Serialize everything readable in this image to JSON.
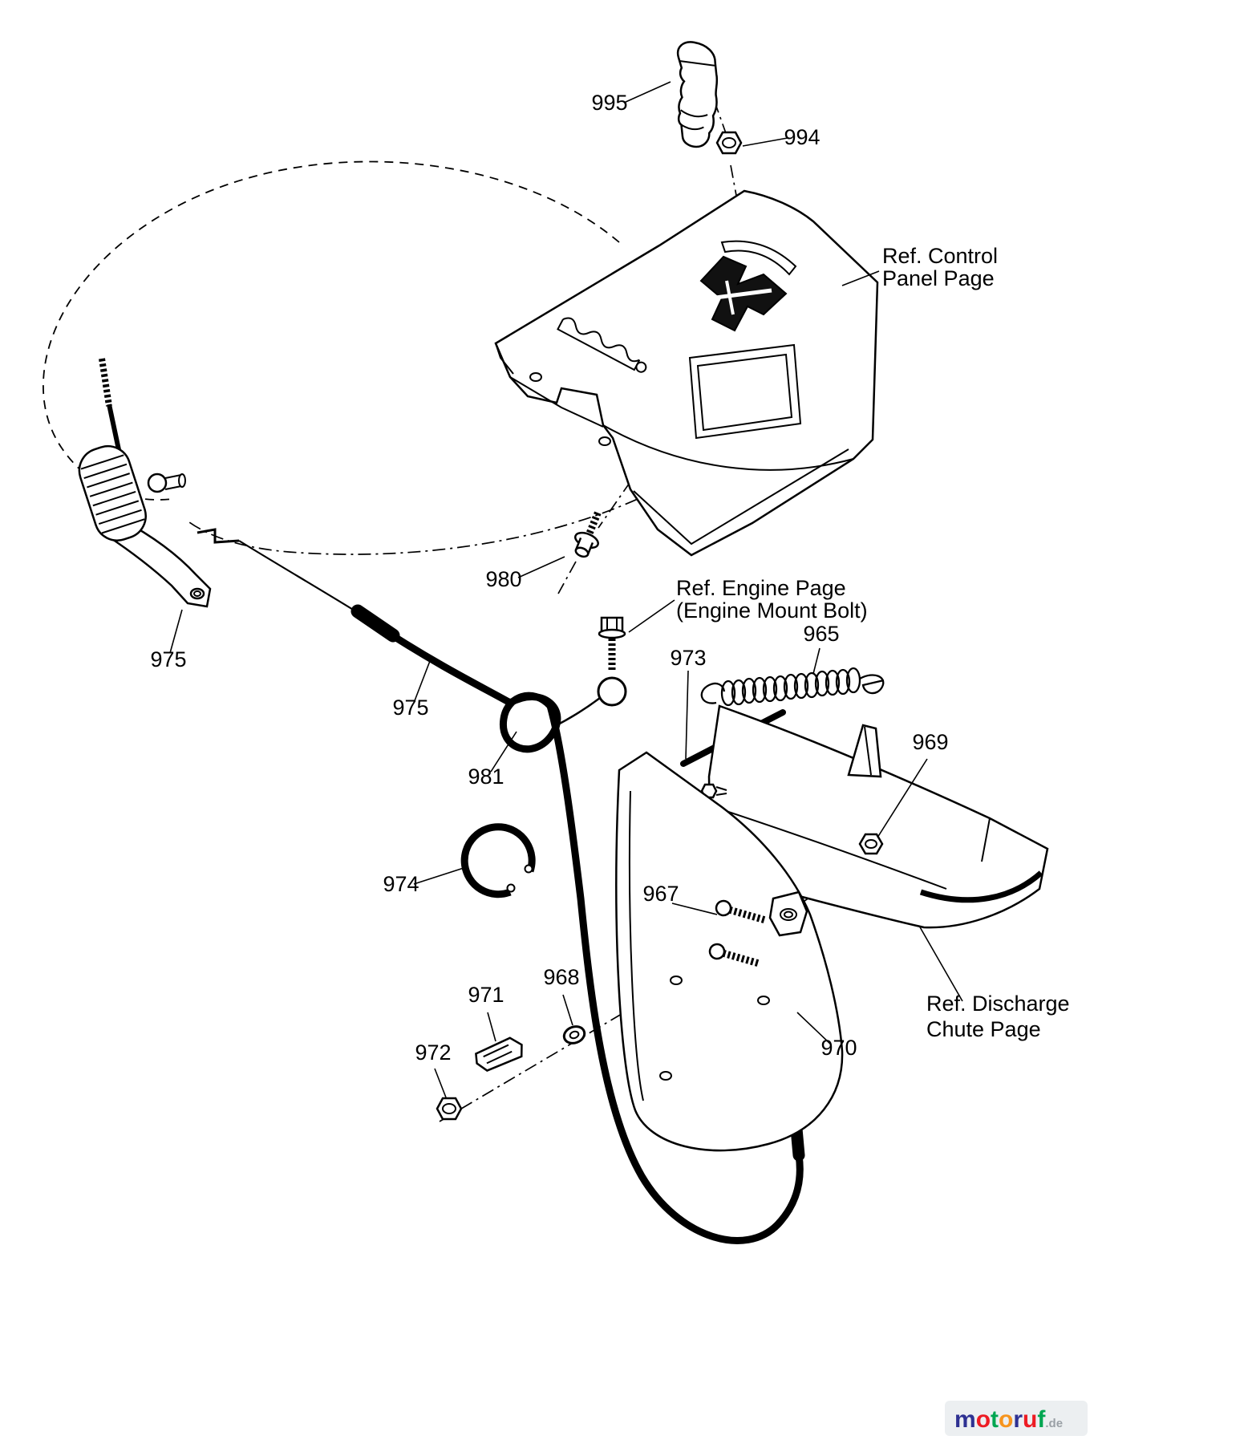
{
  "diagram": {
    "labels": {
      "p995": "995",
      "p994": "994",
      "p980": "980",
      "p975_lever": "975",
      "p975_cable": "975",
      "p981": "981",
      "p974": "974",
      "p973": "973",
      "p965": "965",
      "p969": "969",
      "p967": "967",
      "p968": "968",
      "p971": "971",
      "p972": "972",
      "p970": "970"
    },
    "refs": {
      "control_panel_line1": "Ref. Control",
      "control_panel_line2": "Panel Page",
      "engine_line1": "Ref. Engine Page",
      "engine_line2": "(Engine Mount Bolt)",
      "discharge_line1": "Ref. Discharge",
      "discharge_line2": "Chute Page"
    }
  },
  "watermark": {
    "letters": [
      {
        "ch": "m",
        "color": "#2e3192"
      },
      {
        "ch": "o",
        "color": "#ed1c24"
      },
      {
        "ch": "t",
        "color": "#00a651"
      },
      {
        "ch": "o",
        "color": "#f7941d"
      },
      {
        "ch": "r",
        "color": "#2e3192"
      },
      {
        "ch": "u",
        "color": "#ed1c24"
      },
      {
        "ch": "f",
        "color": "#00a651"
      }
    ],
    "suffix": ".de"
  },
  "colors": {
    "line": "#000000",
    "background": "#ffffff"
  }
}
